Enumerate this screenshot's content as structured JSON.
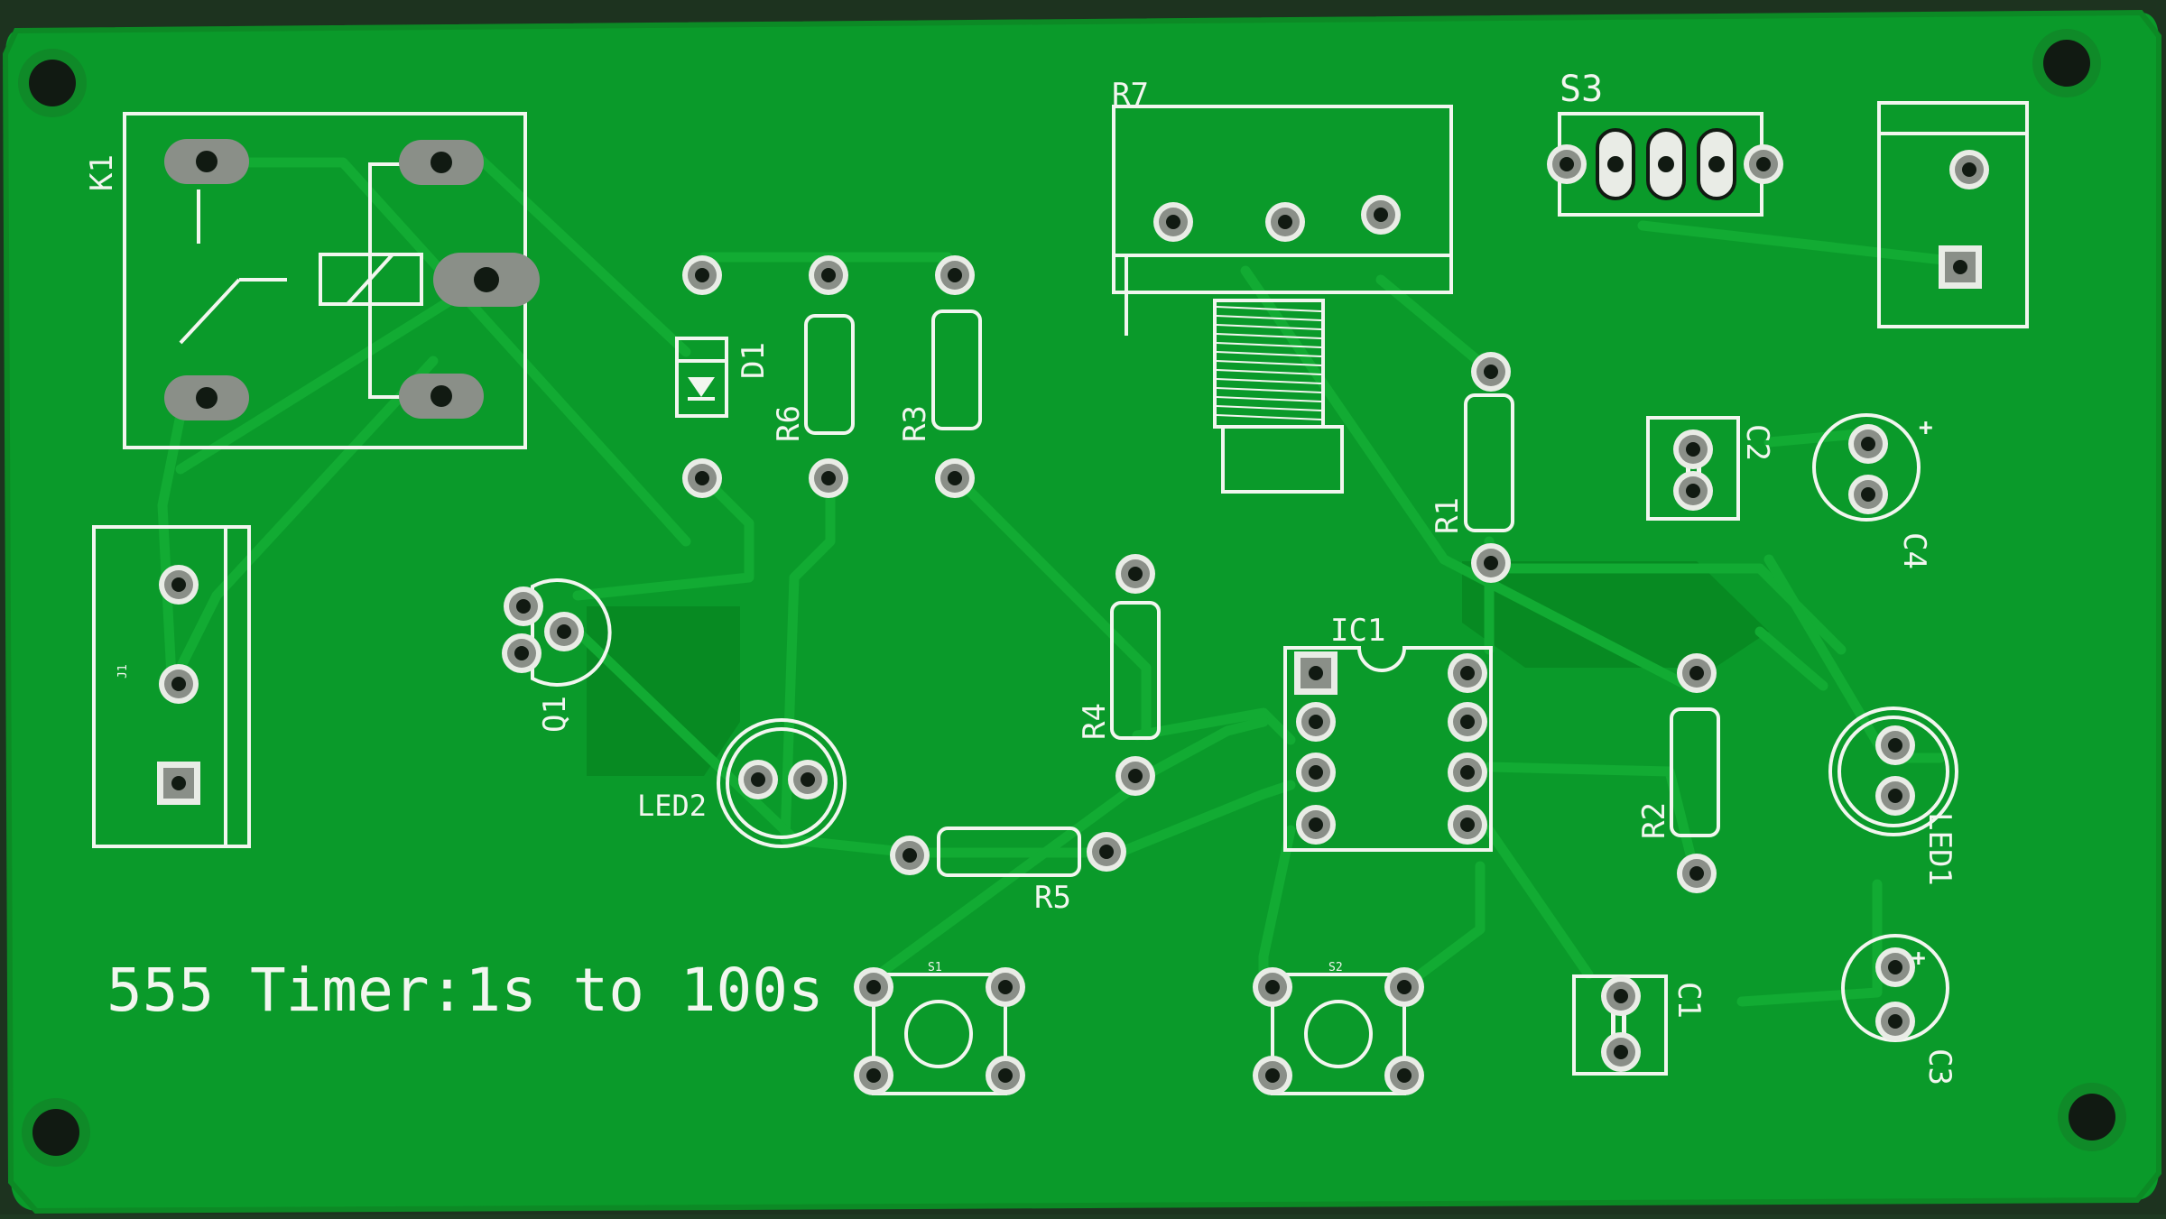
{
  "board": {
    "title_text": "555 Timer:1s to 100s",
    "colors": {
      "background": "#1d331f",
      "board": "#0a9a2a",
      "board_edge": "#0c8a25",
      "trace": "#12ab33",
      "silk": "#f2f6ef",
      "pad": "#8a8f88",
      "pad_ring": "#e9ece6",
      "hole": "#111a12",
      "fill_zone": "#078a22"
    }
  },
  "labels": {
    "k1": "K1",
    "d1": "D1",
    "r6": "R6",
    "r3": "R3",
    "r7": "R7",
    "s3": "S3",
    "r1": "R1",
    "c2": "C2",
    "c4": "C4",
    "q1": "Q1",
    "led2": "LED2",
    "r4": "R4",
    "ic1": "IC1",
    "r2": "R2",
    "led1": "LED1",
    "r5": "R5",
    "c1": "C1",
    "c3": "C3",
    "s1": "S1",
    "s2": "S2",
    "j1": "J1"
  },
  "icons": {
    "mounting_hole": "mounting-hole-icon",
    "relay": "relay-coil-icon",
    "diode": "diode-icon",
    "potentiometer": "potentiometer-icon",
    "pushbutton": "pushbutton-icon"
  }
}
